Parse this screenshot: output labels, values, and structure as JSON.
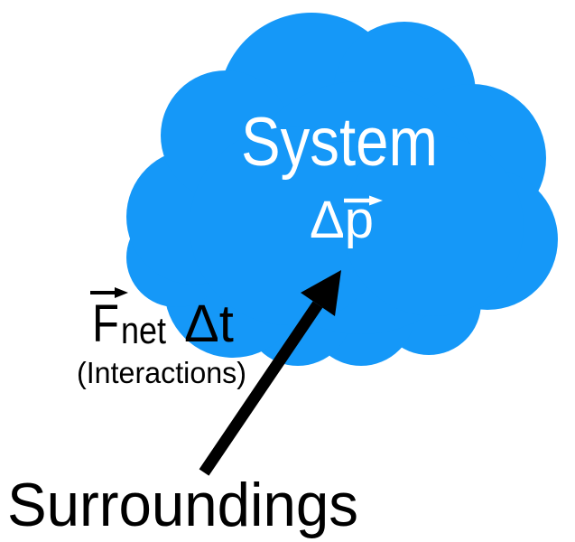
{
  "colors": {
    "background": "#FFFFFF",
    "cloud": "#1598F8",
    "text_on_cloud": "#FFFFFF",
    "text_dark": "#000000"
  },
  "labels": {
    "system": "System",
    "delta_p": "Δp",
    "force": "F",
    "force_subscript": "net",
    "delta_t": "Δt",
    "interactions": "(Interactions)",
    "surroundings": "Surroundings"
  },
  "shapes": {
    "cloud": "cloud-blob",
    "impulse_arrow": "thick-diagonal-arrow-up-right",
    "p_vector_arrow": "right-arrow-overbar",
    "f_vector_arrow": "right-arrow-overbar"
  }
}
